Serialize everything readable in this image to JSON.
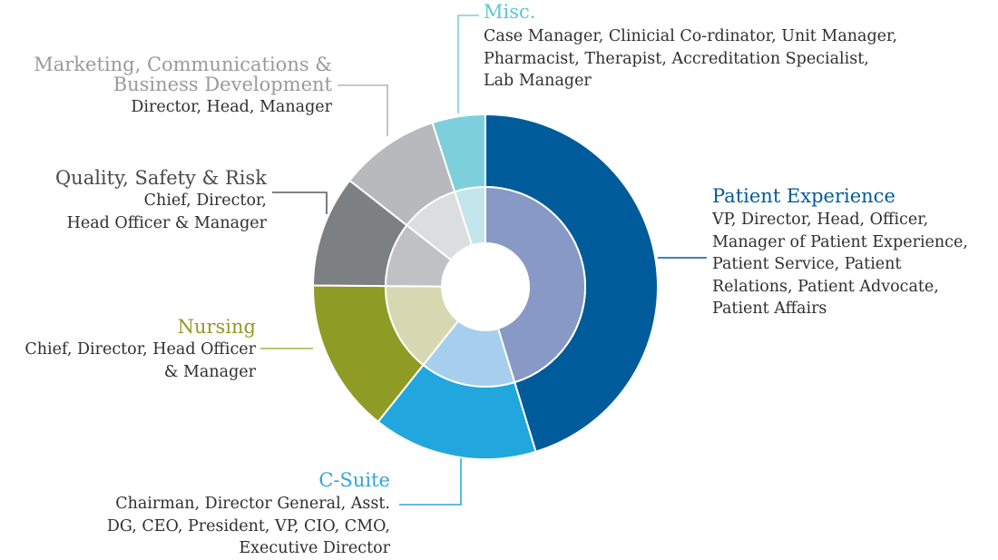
{
  "chart_data": {
    "type": "donut",
    "title": "",
    "segments": [
      {
        "name": "Patient Experience",
        "value": 45.5,
        "inner_value": 45.5,
        "color": "#005b9a",
        "inner_color": "#8799c4",
        "body": [
          "VP, Director, Head, Officer,",
          "Manager of Patient Experience,",
          "Patient Service, Patient",
          "Relations, Patient Advocate,",
          "Patient Affairs"
        ]
      },
      {
        "name": "C-Suite",
        "value": 15.5,
        "inner_value": 15.5,
        "color": "#21a6de",
        "inner_color": "#a6ceed",
        "body": [
          "Chairman, Director General, Asst.",
          "DG, CEO, President, VP, CIO, CMO,",
          "Executive Director"
        ]
      },
      {
        "name": "Nursing",
        "value": 14.5,
        "inner_value": 14.5,
        "color": "#8e9c26",
        "inner_color": "#d7d8b2",
        "body": [
          "Chief, Director,  Head Officer",
          "& Manager"
        ]
      },
      {
        "name": "Quality, Safety & Risk",
        "value": 10.5,
        "inner_value": 10.5,
        "color": "#7d8083",
        "inner_color": "#c0c1c4",
        "body": [
          "Chief, Director,",
          "Head Officer & Manager"
        ]
      },
      {
        "name": "Marketing, Communications & Business Development",
        "value": 9.5,
        "inner_value": 9.5,
        "color": "#b8b9bd",
        "inner_color": "#dcdddf",
        "body": [
          "Director,  Head, Manager"
        ]
      },
      {
        "name": "Misc.",
        "value": 5.0,
        "inner_value": 5.0,
        "color": "#7ecfdc",
        "inner_color": "#c3e6ec",
        "body": [
          "Case Manager, Clinicial Co-rdinator, Unit Manager,",
          "Pharmacist, Therapist, Accreditation Specialist,",
          "Lab Manager"
        ]
      }
    ],
    "title_colors": {
      "patient": "#005b9a",
      "csuite": "#2fa6dc",
      "nursing": "#8e9c26",
      "quality": "#4a4a4a",
      "marketing": "#9a9a9a",
      "misc": "#5ec4d6"
    },
    "line_colors": {
      "patient": "#005b9a",
      "csuite": "#2fa6dc",
      "nursing": "#a9b43c",
      "quality": "#5a5a5a",
      "marketing": "#b5b5b5",
      "misc": "#7ecfdc"
    }
  },
  "labels": {
    "misc": {
      "title": "Misc.",
      "lines": [
        "Case Manager, Clinicial Co-rdinator, Unit Manager,",
        "Pharmacist, Therapist, Accreditation Specialist,",
        "Lab Manager"
      ]
    },
    "marketing": {
      "title_lines": [
        "Marketing, Communications &",
        "Business Development"
      ],
      "lines": [
        "Director,  Head, Manager"
      ]
    },
    "quality": {
      "title": "Quality, Safety & Risk",
      "lines": [
        "Chief, Director,",
        "Head Officer & Manager"
      ]
    },
    "nursing": {
      "title": "Nursing",
      "lines": [
        "Chief, Director,  Head Officer",
        "& Manager"
      ]
    },
    "csuite": {
      "title": "C-Suite",
      "lines": [
        "Chairman, Director General, Asst.",
        "DG, CEO, President, VP, CIO, CMO,",
        "Executive Director"
      ]
    },
    "patient": {
      "title": "Patient Experience",
      "lines": [
        "VP, Director, Head, Officer,",
        "Manager of Patient Experience,",
        "Patient Service, Patient",
        "Relations, Patient Advocate,",
        "Patient Affairs"
      ]
    }
  }
}
